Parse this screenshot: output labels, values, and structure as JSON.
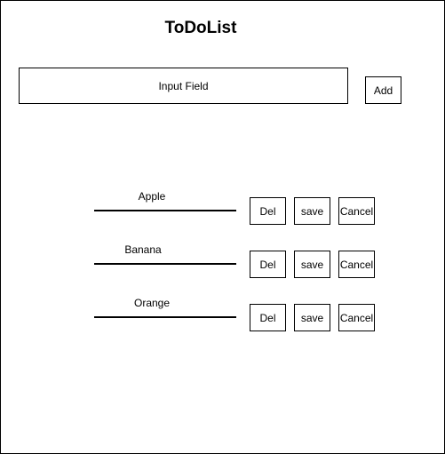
{
  "header": {
    "title": "ToDoList"
  },
  "input": {
    "label": "Input Field"
  },
  "add_button": {
    "label": "Add"
  },
  "items": [
    {
      "label": "Apple",
      "delete_label": "Del",
      "save_label": "save",
      "cancel_label": "Cancel"
    },
    {
      "label": "Banana",
      "delete_label": "Del",
      "save_label": "save",
      "cancel_label": "Cancel"
    },
    {
      "label": "Orange",
      "delete_label": "Del",
      "save_label": "save",
      "cancel_label": "Cancel"
    }
  ]
}
